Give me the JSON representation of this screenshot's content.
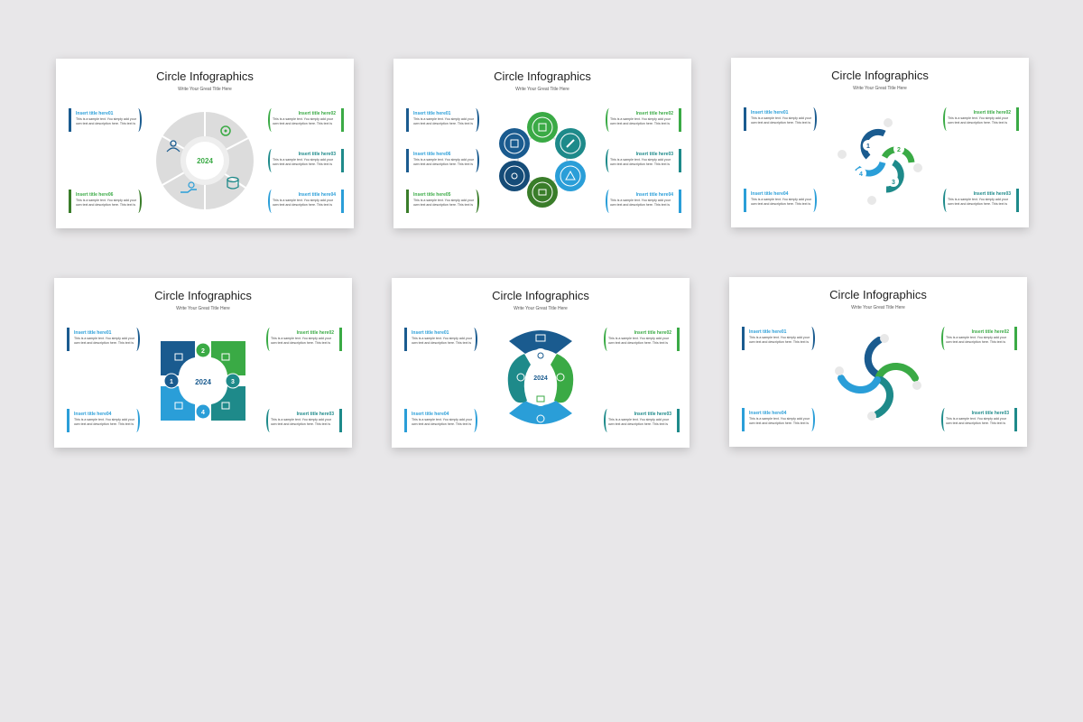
{
  "slides": [
    {
      "title": "Circle Infographics",
      "subtitle": "Write Your Great Title Here"
    },
    {
      "title": "Circle Infographics",
      "subtitle": "Write Your Great Title Here"
    },
    {
      "title": "Circle Infographics",
      "subtitle": "Write Your Great Title Here"
    },
    {
      "title": "Circle Infographics",
      "subtitle": "Write Your Great Title Here"
    },
    {
      "title": "Circle Infographics",
      "subtitle": "Write Your Great Title Here"
    },
    {
      "title": "Circle Infographics",
      "subtitle": "Write Your Great Title Here"
    }
  ],
  "labels": {
    "h01": "Insert title here01",
    "h02": "Insert title here02",
    "h03": "Insert title here03",
    "h04": "Insert title here04",
    "h05": "Insert title here05",
    "h06": "Insert title here06",
    "body": "This is a sample text. You simply add your own text and description here. This text is"
  },
  "center": {
    "year": "2024"
  },
  "numbers": {
    "n1": "1",
    "n2": "2",
    "n3": "3",
    "n4": "4"
  },
  "colors": {
    "navy": "#1a5b8f",
    "green": "#3aaa45",
    "teal": "#1e8a8a",
    "blue": "#2a9ed8",
    "darkgreen": "#3a7d2a",
    "gray": "#d9d9d9"
  }
}
